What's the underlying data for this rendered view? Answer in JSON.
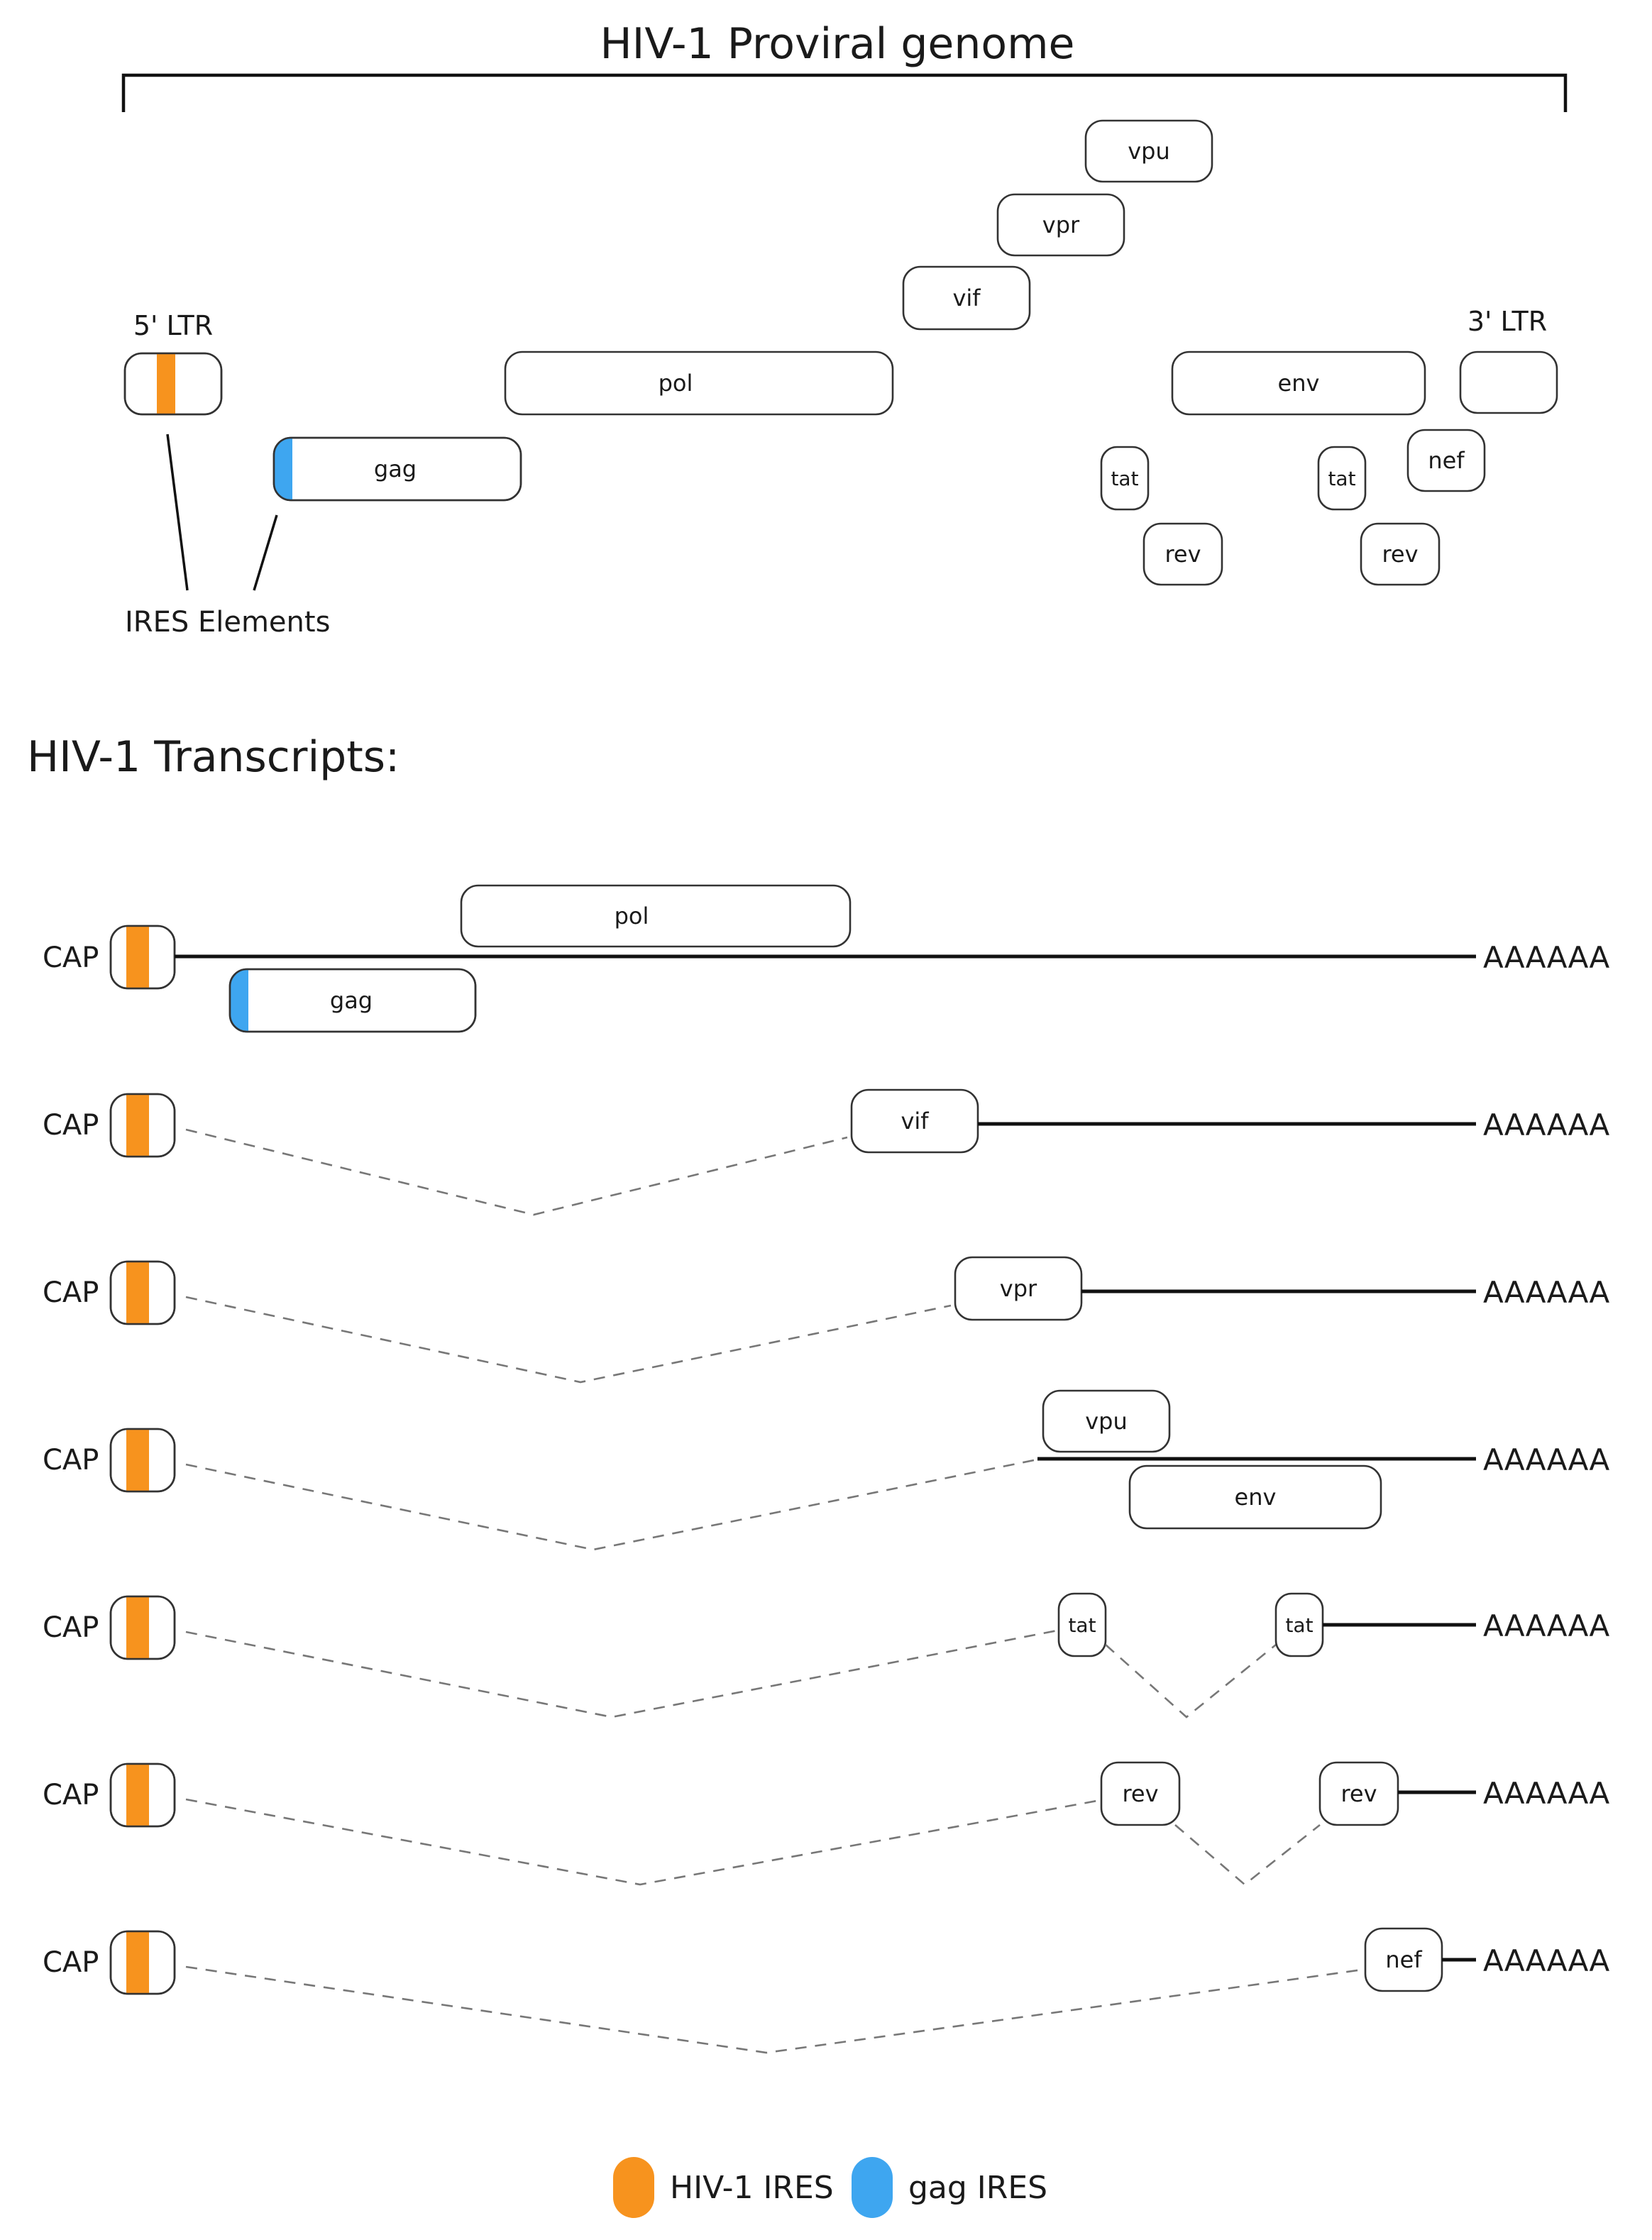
{
  "genome": {
    "title": "HIV-1 Proviral genome",
    "ltr5_label": "5' LTR",
    "ltr3_label": "3' LTR",
    "ires_elements_label": "IRES Elements",
    "genes": {
      "vpu": "vpu",
      "vpr": "vpr",
      "vif": "vif",
      "pol": "pol",
      "env": "env",
      "gag": "gag",
      "tat_a": "tat",
      "tat_b": "tat",
      "nef": "nef",
      "rev_a": "rev",
      "rev_b": "rev"
    }
  },
  "transcripts": {
    "title": "HIV-1 Transcripts:",
    "cap_label": "CAP",
    "polya_label": "AAAAAA",
    "genes": {
      "t1_pol": "pol",
      "t1_gag": "gag",
      "t2_vif": "vif",
      "t3_vpr": "vpr",
      "t4_vpu": "vpu",
      "t4_env": "env",
      "t5_tat_a": "tat",
      "t5_tat_b": "tat",
      "t6_rev_a": "rev",
      "t6_rev_b": "rev",
      "t7_nef": "nef"
    }
  },
  "legend": {
    "hiv_ires": "HIV-1 IRES",
    "gag_ires": "gag IRES"
  },
  "colors": {
    "hiv_ires": "#f7931e",
    "gag_ires": "#3ea6f0"
  }
}
